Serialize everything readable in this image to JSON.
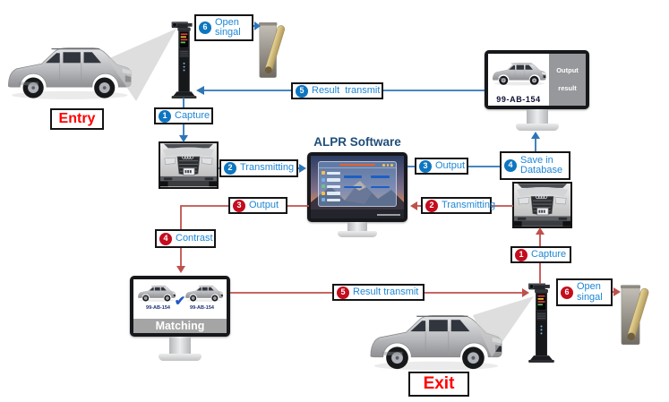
{
  "diagram": {
    "software_title": "ALPR Software",
    "entry_zone": "Entry",
    "exit_zone": "Exit"
  },
  "entry_flow": {
    "capture": {
      "num": "1",
      "label": "Capture"
    },
    "transmitting": {
      "num": "2",
      "label": "Transmitting"
    },
    "output": {
      "num": "3",
      "label": "Output"
    },
    "save": {
      "num": "4",
      "label": "Save in Database"
    },
    "result": {
      "num": "5",
      "label": "Result  transmit"
    },
    "open": {
      "num": "6",
      "label": "Open singal"
    }
  },
  "exit_flow": {
    "capture": {
      "num": "1",
      "label": "Capture"
    },
    "transmitting": {
      "num": "2",
      "label": "Transmitting"
    },
    "output": {
      "num": "3",
      "label": "Output"
    },
    "contrast": {
      "num": "4",
      "label": "Contrast"
    },
    "result": {
      "num": "5",
      "label": "Result transmit"
    },
    "open": {
      "num": "6",
      "label": "Open singal"
    }
  },
  "output_monitor": {
    "plate": "99-AB-154",
    "panel_line1": "Output",
    "panel_line2": "result"
  },
  "matching_monitor": {
    "left_plate": "99-AB-154",
    "right_plate": "99-AB-154",
    "check_mark": "✔",
    "caption": "Matching"
  },
  "colors": {
    "entry_line": "#2e75b6",
    "exit_line": "#c0504d",
    "entry_badge": "#0e76c0",
    "exit_badge": "#c40d1e",
    "label_text": "#1e87d5",
    "zone_text": "#ff0000",
    "title_text": "#1f4e79"
  }
}
